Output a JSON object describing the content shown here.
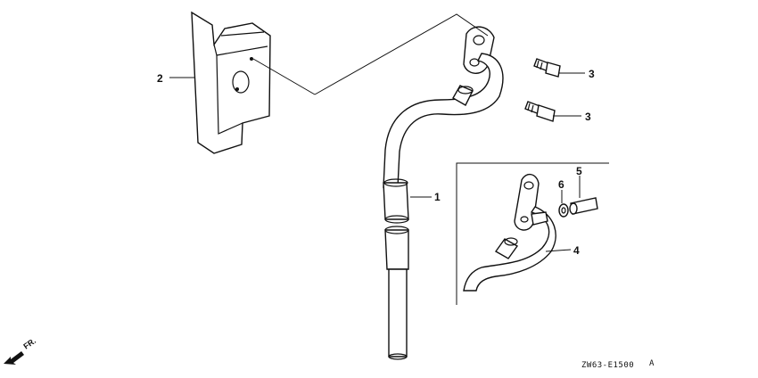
{
  "callouts": [
    {
      "id": "c1",
      "label": "1"
    },
    {
      "id": "c2",
      "label": "2"
    },
    {
      "id": "c3a",
      "label": "3"
    },
    {
      "id": "c3b",
      "label": "3"
    },
    {
      "id": "c4",
      "label": "4"
    },
    {
      "id": "c5",
      "label": "5"
    },
    {
      "id": "c6",
      "label": "6"
    }
  ],
  "front_indicator": "FR.",
  "diagram_code": "ZW63-E1500",
  "diagram_rev": "A"
}
